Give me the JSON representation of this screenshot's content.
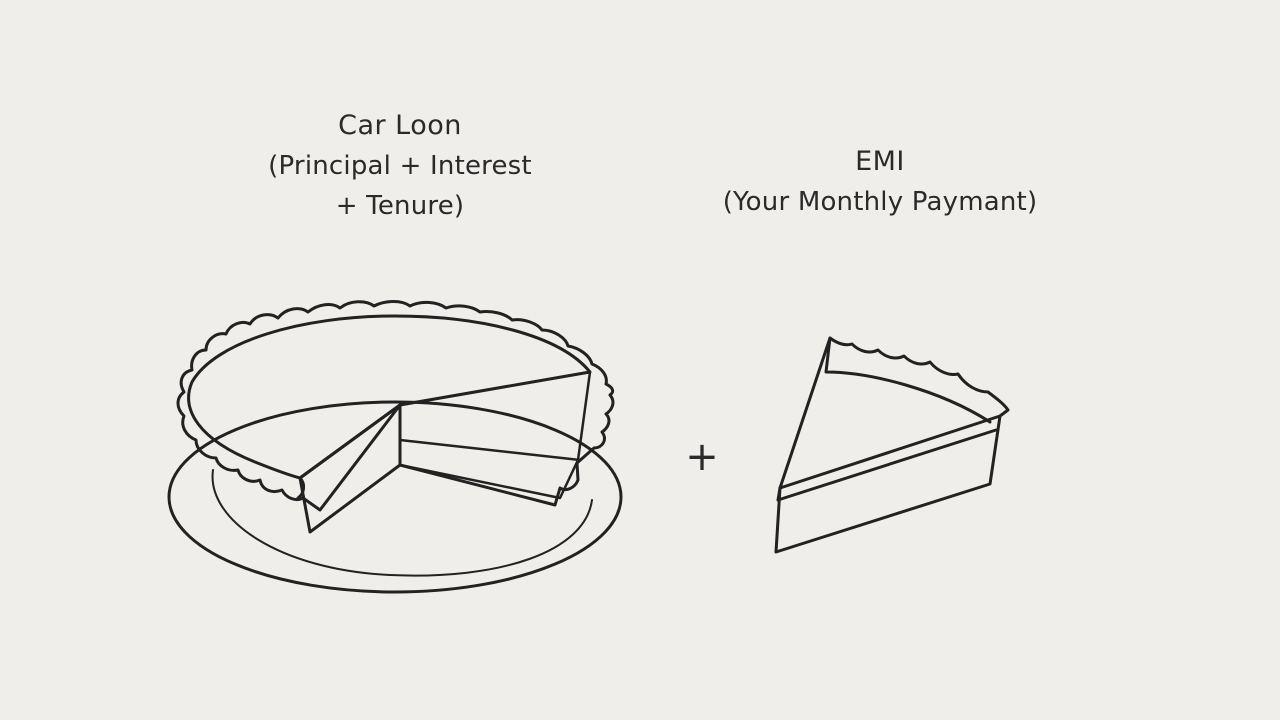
{
  "loan": {
    "title": "Car Loon",
    "line2": "(Principal + Interest",
    "line3": "+ Tenure)"
  },
  "emi": {
    "title": "EMI",
    "line2": "(Your Monthly Paymant)"
  },
  "operator": "+",
  "colors": {
    "background": "#efeeea",
    "line": "#222222"
  }
}
